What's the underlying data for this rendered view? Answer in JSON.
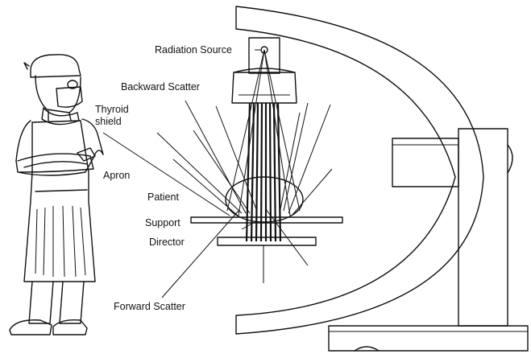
{
  "labels": {
    "radiation_source": "Radiation Source",
    "backward_scatter": "Backward Scatter",
    "thyroid_shield_line1": "Thyroid",
    "thyroid_shield_line2": "shield",
    "apron": "Apron",
    "patient": "Patient",
    "support": "Support",
    "director": "Director",
    "forward_scatter": "Forward Scatter"
  },
  "colors": {
    "ink": "#111111",
    "paper": "#ffffff",
    "hatch_fill": "#9a9a9a"
  }
}
